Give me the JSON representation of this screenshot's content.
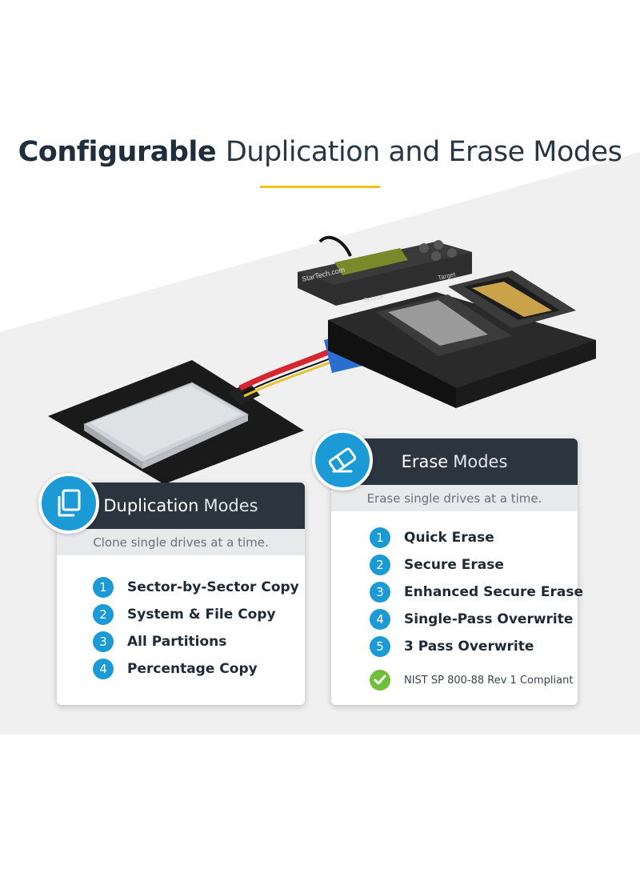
{
  "heading": {
    "bold": "Configurable",
    "light": "Duplication and Erase Modes"
  },
  "colors": {
    "accent_yellow": "#f2c21b",
    "accent_blue": "#1b9ad6",
    "header_dark": "#2b3540",
    "check_green": "#6fbf3a",
    "band_gray": "#f0f0f0"
  },
  "device": {
    "brand": "StarTech.com",
    "label_source": "Source",
    "label_target": "Target"
  },
  "duplication": {
    "icon": "copy-icon",
    "title_bold": "Duplication",
    "title_light": "Modes",
    "subtitle": "Clone single drives at a time.",
    "items": [
      {
        "num": "1",
        "label": "Sector-by-Sector Copy"
      },
      {
        "num": "2",
        "label": "System & File Copy"
      },
      {
        "num": "3",
        "label": "All Partitions"
      },
      {
        "num": "4",
        "label": "Percentage Copy"
      }
    ]
  },
  "erase": {
    "icon": "eraser-icon",
    "title_bold": "Erase",
    "title_light": "Modes",
    "subtitle": "Erase single drives at a time.",
    "items": [
      {
        "num": "1",
        "label": "Quick Erase"
      },
      {
        "num": "2",
        "label": "Secure Erase"
      },
      {
        "num": "3",
        "label": "Enhanced Secure Erase"
      },
      {
        "num": "4",
        "label": "Single-Pass Overwrite"
      },
      {
        "num": "5",
        "label": "3 Pass Overwrite"
      }
    ],
    "compliance": "NIST SP 800-88 Rev 1 Compliant",
    "compliance_icon": "checkmark-icon"
  }
}
